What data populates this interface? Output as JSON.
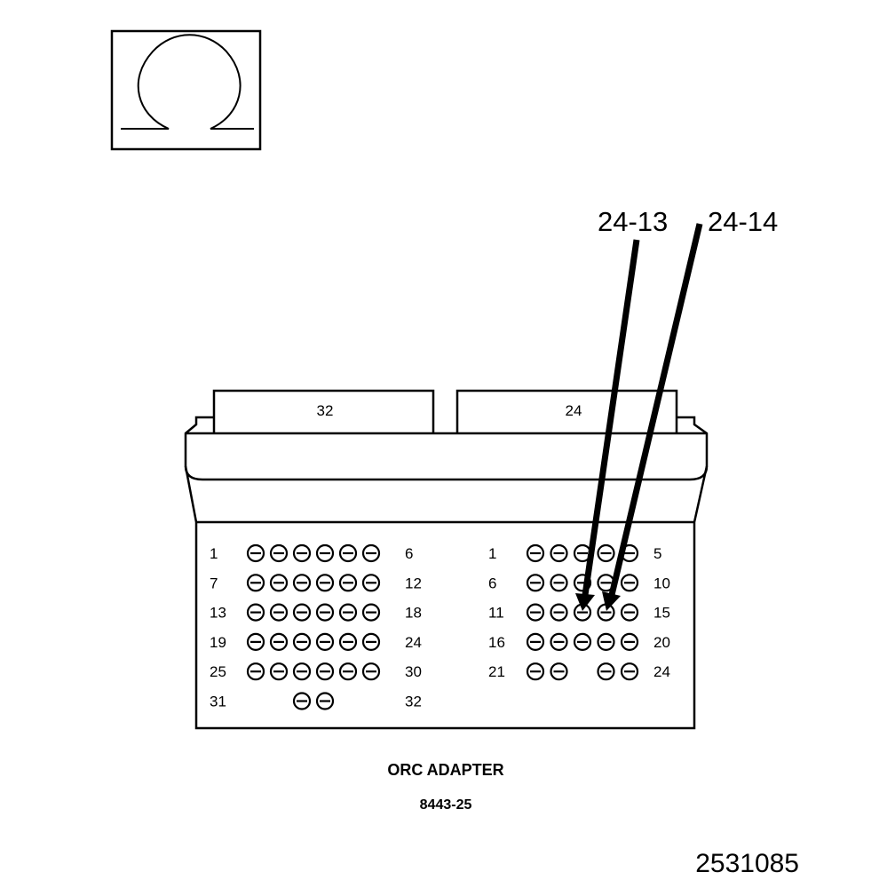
{
  "meter_symbol": {
    "icon": "ohm-icon"
  },
  "callouts": [
    {
      "label": "24-13",
      "connector": "24",
      "pin": 13
    },
    {
      "label": "24-14",
      "connector": "24",
      "pin": 14
    }
  ],
  "connectors": [
    {
      "header_label": "32",
      "rows": [
        {
          "start": "1",
          "end": "6",
          "pins": [
            1,
            2,
            3,
            4,
            5,
            6
          ]
        },
        {
          "start": "7",
          "end": "12",
          "pins": [
            1,
            2,
            3,
            4,
            5,
            6
          ]
        },
        {
          "start": "13",
          "end": "18",
          "pins": [
            1,
            2,
            3,
            4,
            5,
            6
          ]
        },
        {
          "start": "19",
          "end": "24",
          "pins": [
            1,
            2,
            3,
            4,
            5,
            6
          ]
        },
        {
          "start": "25",
          "end": "30",
          "pins": [
            1,
            2,
            3,
            4,
            5,
            6
          ]
        },
        {
          "start": "31",
          "end": "32",
          "pins": [
            3,
            4
          ]
        }
      ]
    },
    {
      "header_label": "24",
      "rows": [
        {
          "start": "1",
          "end": "5",
          "pins": [
            1,
            2,
            3,
            4,
            5
          ]
        },
        {
          "start": "6",
          "end": "10",
          "pins": [
            1,
            2,
            3,
            4,
            5
          ]
        },
        {
          "start": "11",
          "end": "15",
          "pins": [
            1,
            2,
            3,
            4,
            5
          ]
        },
        {
          "start": "16",
          "end": "20",
          "pins": [
            1,
            2,
            3,
            4,
            5
          ]
        },
        {
          "start": "21",
          "end": "24",
          "pins": [
            1,
            2,
            4,
            5
          ]
        }
      ]
    }
  ],
  "caption": {
    "title": "ORC ADAPTER",
    "part_number": "8443-25"
  },
  "figure_id": "2531085"
}
